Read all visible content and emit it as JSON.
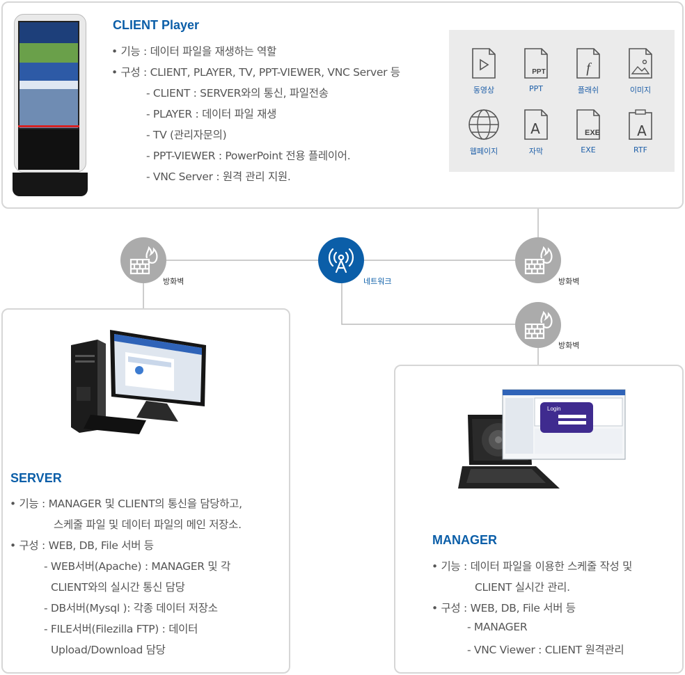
{
  "client": {
    "title": "CLIENT Player",
    "lines": [
      "• 기능 : 데이터 파일을 재생하는 역할",
      "• 구성 : CLIENT, PLAYER, TV, PPT-VIEWER, VNC Server 등",
      "- CLIENT : SERVER와의 통신,  파일전송",
      "- PLAYER : 데이터 파일 재생",
      "- TV (관리자문의)",
      "- PPT-VIEWER : PowerPoint 전용 플레이어.",
      "- VNC Server : 원격 관리 지원."
    ],
    "file_types": [
      {
        "label": "동영상",
        "icon": "video-file-icon"
      },
      {
        "label": "PPT",
        "icon": "ppt-file-icon",
        "glyph": "PPT"
      },
      {
        "label": "플래쉬",
        "icon": "flash-file-icon",
        "glyph": "f"
      },
      {
        "label": "이미지",
        "icon": "image-file-icon"
      },
      {
        "label": "웹페이지",
        "icon": "globe-icon"
      },
      {
        "label": "자막",
        "icon": "subtitle-file-icon",
        "glyph": "A"
      },
      {
        "label": "EXE",
        "icon": "exe-file-icon",
        "glyph": "EXE"
      },
      {
        "label": "RTF",
        "icon": "rtf-file-icon",
        "glyph": "A"
      }
    ]
  },
  "network": {
    "center_label": "네트워크",
    "firewall_label": "방화벽",
    "colors": {
      "accent": "#0b5ea8",
      "node": "#ababab",
      "line": "#bcbcbc"
    }
  },
  "server": {
    "title": "SERVER",
    "lines": [
      "• 기능 : MANAGER 및 CLIENT의 통신을 담당하고,",
      "스케줄 파일 및 데이터 파일의 메인 저장소.",
      "• 구성 : WEB, DB, File 서버 등",
      "- WEB서버(Apache) : MANAGER 및 각",
      "CLIENT와의 실시간 통신 담당",
      "- DB서버(Mysql ): 각종 데이터 저장소",
      "- FILE서버(Filezilla FTP) : 데이터",
      "Upload/Download 담당"
    ]
  },
  "manager": {
    "title": "MANAGER",
    "login_text": "Login",
    "lines": [
      "• 기능 : 데이터 파일을 이용한 스케줄 작성 및",
      "CLIENT 실시간 관리.",
      "• 구성 : WEB, DB, File 서버 등",
      "- MANAGER",
      "- VNC Viewer : CLIENT 원격관리"
    ]
  }
}
